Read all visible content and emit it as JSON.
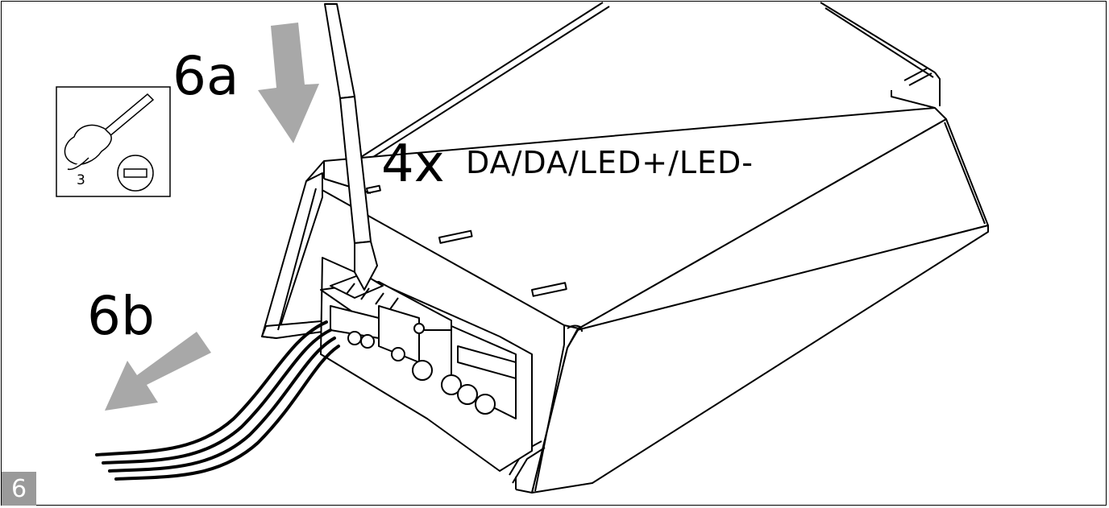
{
  "step_a": "6a",
  "step_b": "6b",
  "quantity": "4x",
  "wire_labels": "DA/DA/LED+/LED-",
  "tool_size": "3",
  "figure_number": "6",
  "icons": [
    "screwdriver-icon",
    "slotted-screw-icon",
    "arrow-down-icon",
    "arrow-down-left-icon"
  ],
  "colors": {
    "arrow": "#a8a8a8",
    "badge": "#9a9a9a",
    "line": "#000000"
  }
}
